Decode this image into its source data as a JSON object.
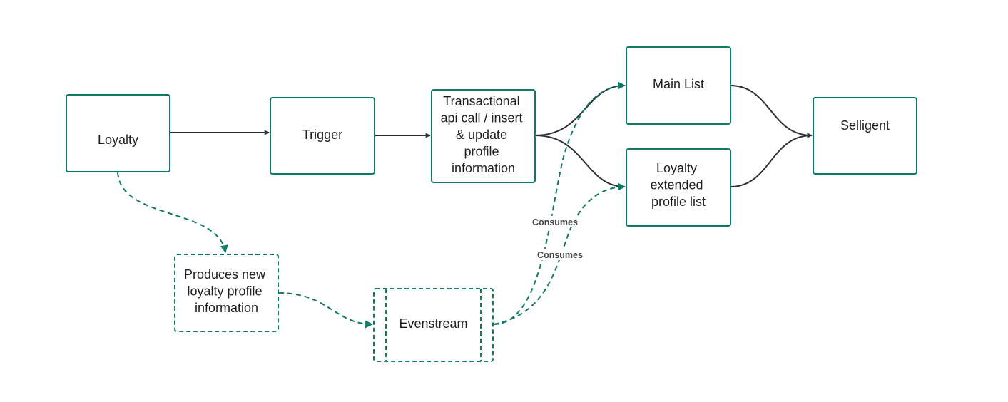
{
  "diagram": {
    "nodes": {
      "loyalty": {
        "lines": [
          "Loyalty"
        ]
      },
      "trigger": {
        "lines": [
          "Trigger"
        ]
      },
      "transactional": {
        "lines": [
          "Transactional",
          "api call / insert",
          "& update",
          "profile",
          "information"
        ]
      },
      "main_list": {
        "lines": [
          "Main List"
        ]
      },
      "loyalty_extended": {
        "lines": [
          "Loyalty",
          "extended",
          "profile list"
        ]
      },
      "selligent": {
        "lines": [
          "Selligent"
        ]
      },
      "produces": {
        "lines": [
          "Produces new",
          "loyalty profile",
          "information"
        ]
      },
      "evenstream": {
        "lines": [
          "Evenstream"
        ]
      }
    },
    "edge_labels": {
      "consumes_1": "Consumes",
      "consumes_2": "Consumes"
    },
    "colors": {
      "accent": "#0f7a66",
      "solid_edge": "#2d3038",
      "text": "#1e1e1e"
    }
  }
}
